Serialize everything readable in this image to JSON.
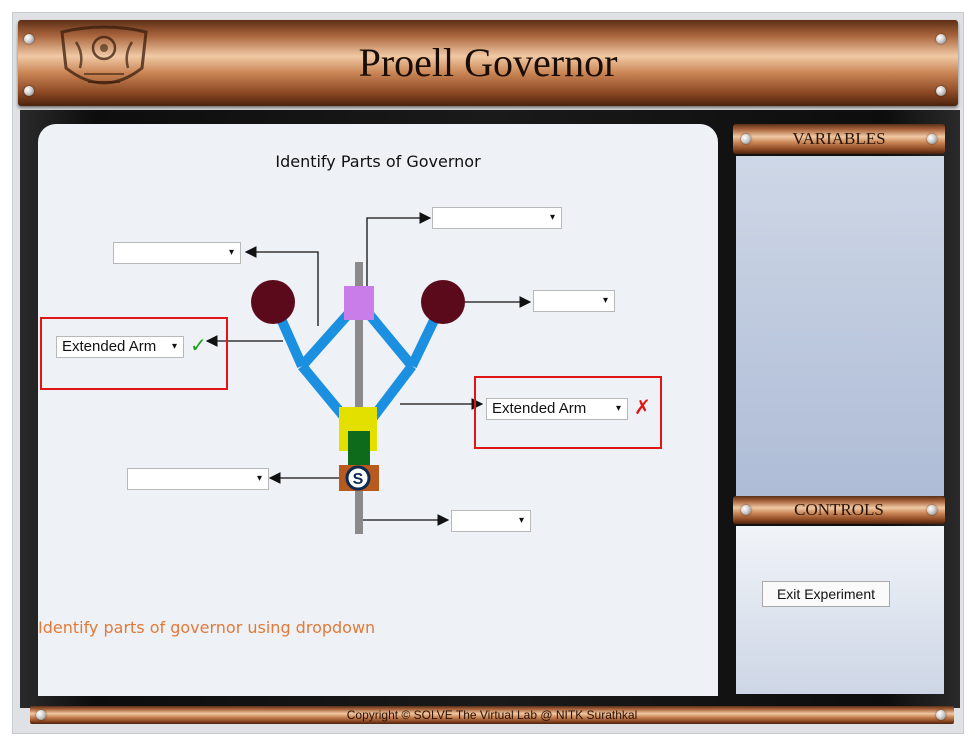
{
  "header": {
    "title": "Proell Governor"
  },
  "canvas": {
    "heading": "Identify Parts of Governor",
    "instruction": "Identify parts of governor using dropdown"
  },
  "dropdowns": [
    {
      "id": "top-right",
      "value": ""
    },
    {
      "id": "top-left",
      "value": ""
    },
    {
      "id": "right-ball",
      "value": ""
    },
    {
      "id": "left-arm",
      "value": "Extended Arm",
      "status": "correct"
    },
    {
      "id": "right-arm",
      "value": "Extended Arm",
      "status": "incorrect"
    },
    {
      "id": "left-lower",
      "value": ""
    },
    {
      "id": "bottom",
      "value": ""
    }
  ],
  "marks": {
    "correct": "✓",
    "incorrect": "✗"
  },
  "dropdown_arrow": "▾",
  "sidebar": {
    "variables_title": "VARIABLES",
    "controls_title": "CONTROLS",
    "exit_label": "Exit Experiment"
  },
  "footer": {
    "text": "Copyright © SOLVE The Virtual Lab @ NITK Surathkal"
  },
  "colors": {
    "arm": "#1b8fe0",
    "ball": "#5a0a1a",
    "sleeve_top": "#c97de8",
    "sleeve_yellow": "#e3e000",
    "sleeve_green": "#0f6b1c",
    "spring_box": "#b85a1e",
    "spindle": "#8a8a8a",
    "instruction": "#e07b3a",
    "highlight": "#e01515",
    "tick": "#1aa01a"
  }
}
